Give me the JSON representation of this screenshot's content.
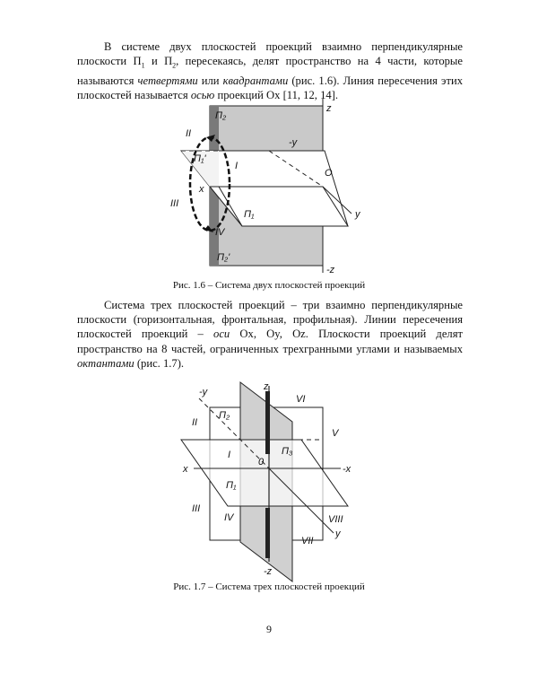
{
  "para1": {
    "a": "В системе двух плоскостей проекций взаимно перпендикулярные плоскости П",
    "b": " и П",
    "c": ", пересекаясь, делят пространство на 4 части, которые называются ",
    "em1": "четвертями",
    "d": " или ",
    "em2": "квадрантами",
    "e": " (рис. 1.6). Линия пересечения этих плоскостей называется ",
    "em3": "осью",
    "f": " проекций Ox [11, 12, 14]."
  },
  "fig1": {
    "labels": {
      "p2": "П₂",
      "z": "z",
      "ii": "II",
      "my": "-y",
      "p1p": "П₁'",
      "i": "I",
      "o": "O",
      "x": "x",
      "iii": "III",
      "p1": "П₁",
      "y": "y",
      "iv": "IV",
      "p2p": "П₂'",
      "mz": "-z"
    },
    "caption": "Рис. 1.6 – Система двух плоскостей проекций"
  },
  "para2": {
    "a": "Система трех плоскостей проекций – три взаимно перпендикулярные плоскости (горизонтальная, фронтальная, профильная). Линии пересечения плоскостей проекций – ",
    "em1": "оси",
    "b": " Ox, Oy, Oz. Плоскости проекций делят пространство на 8 частей, ограниченных трехгранными углами и называемых ",
    "em2": "октантами",
    "c": " (рис. 1.7)."
  },
  "fig2": {
    "labels": {
      "my": "-y",
      "z": "z",
      "vi": "VI",
      "ii": "II",
      "p2": "П₂",
      "v": "V",
      "i": "I",
      "p3": "П₃",
      "x": "x",
      "o": "0",
      "mx": "-x",
      "p1": "П₁",
      "iii": "III",
      "iv": "IV",
      "viii": "VIII",
      "vii": "VII",
      "y": "y",
      "mz": "-z"
    },
    "caption": "Рис. 1.7 – Система трех плоскостей проекций"
  },
  "page_number": "9"
}
